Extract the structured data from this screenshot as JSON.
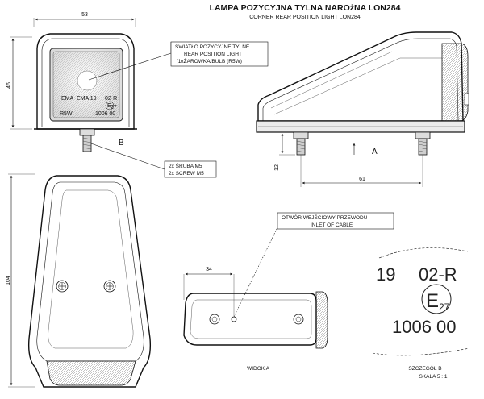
{
  "title": {
    "line1": "LAMPA POZYCYJNA TYLNA NAROżNA LON284",
    "line2": "CORNER REAR POSITION LIGHT LON284"
  },
  "dimensions": {
    "width": "53",
    "height_front": "46",
    "height_top": "104",
    "bolt_length": "12",
    "bolt_spacing": "61",
    "hole_offset": "34"
  },
  "lens_markings": {
    "ema_left": "EMA",
    "ema_right": "EMA 19",
    "code": "02-R",
    "e_mark": "E",
    "e_number": "27",
    "bulb": "R5W",
    "serial": "1006 00"
  },
  "callouts": {
    "lamp_line1": "ŚWIATŁO POZYCYJNE TYLNE",
    "lamp_line2": "REAR POSITION LIGHT",
    "lamp_line3": "[1xŻAROWKA/BULB (R5W)",
    "screw_line1": "2x ŚRUBA M5",
    "screw_line2": "2x SCREW M5",
    "cable_line1": "OTWÓR WEJŚCIOWY PRZEWODU",
    "cable_line2": "INLET OF CABLE"
  },
  "view_labels": {
    "b_marker": "B",
    "a_marker": "A",
    "view_a": "WIDOK A",
    "detail_b": "SZCZEGÓŁ B",
    "scale": "SKALA 5 : 1"
  },
  "detail_text": {
    "frag_19": "19",
    "code": "02-R",
    "e_mark": "E",
    "e_number": "27",
    "serial": "1006 00"
  }
}
